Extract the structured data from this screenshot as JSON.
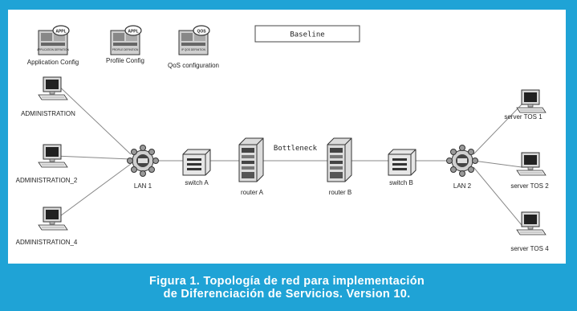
{
  "baseline_label": "Baseline",
  "bottleneck_label": "Bottleneck",
  "config": {
    "app": {
      "badge": "APPL",
      "icon_text": "APPLICATION DEFINITION",
      "label": "Application Config"
    },
    "profile": {
      "badge": "APPL",
      "icon_text": "PROFILE DEFINITION",
      "label": "Profile Config"
    },
    "qos": {
      "badge": "QOS",
      "icon_text": "IP QOS DEFINITION",
      "label": "QoS configuration"
    }
  },
  "nodes": {
    "admin1": "ADMINISTRATION",
    "admin2": "ADMINISTRATION_2",
    "admin4": "ADMINISTRATION_4",
    "lan1": "LAN 1",
    "switchA": "switch A",
    "routerA": "router A",
    "routerB": "router B",
    "switchB": "switch B",
    "lan2": "LAN 2",
    "tos1": "server TOS 1",
    "tos2": "server TOS 2",
    "tos4": "server TOS 4"
  },
  "caption": {
    "line1": "Figura 1. Topología de red para implementación",
    "line2": "de Diferenciación de Servicios. Version 10."
  },
  "colors": {
    "frame": "#1fa3d6",
    "caption_text": "#ffffff"
  }
}
